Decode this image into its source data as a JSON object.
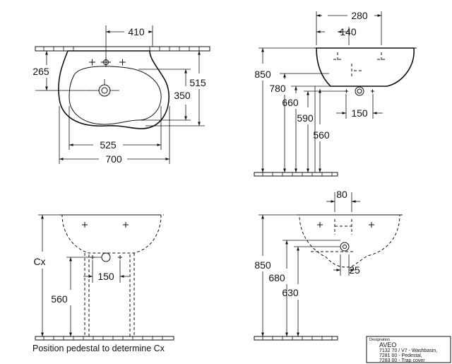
{
  "top_view": {
    "width_overall": "700",
    "width_bowl": "525",
    "tap_spacing": "410",
    "depth_overall": "515",
    "depth_bowl": "350",
    "tap_to_wall": "265"
  },
  "side_view": {
    "height_rim": "850",
    "height_2": "780",
    "height_3": "660",
    "height_4": "590",
    "height_5": "560",
    "depth_total": "280",
    "depth_inner": "140",
    "trap_spacing": "150"
  },
  "front_pedestal_view": {
    "height_cx": "Cx",
    "height_560": "560",
    "trap_spacing": "150",
    "note": "Position pedestal to determine Cx"
  },
  "side_pedestal_view": {
    "height_850": "850",
    "height_680": "680",
    "height_630": "630",
    "offset_80": "80",
    "offset_25": "25"
  },
  "title_block": {
    "label": "Designation",
    "title": "AVEO",
    "lines": [
      "7132 70 / V7 - Washbasin,",
      "7281 00 - Pedestal,",
      "7283 00 - Trap cover"
    ]
  }
}
